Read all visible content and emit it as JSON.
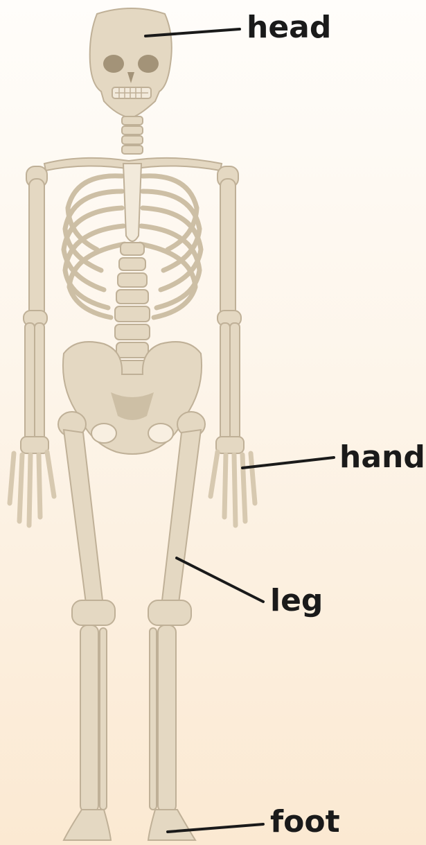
{
  "labels": {
    "head": "head",
    "hand": "hand",
    "leg": "leg",
    "foot": "foot"
  },
  "colors": {
    "bone": "#e4d8c2",
    "bone_shade": "#bfb097",
    "bone_light": "#f2eadb",
    "cartilage": "#eeeeee",
    "leader_line": "#1a1a1a",
    "label_text": "#1a1a1a"
  }
}
